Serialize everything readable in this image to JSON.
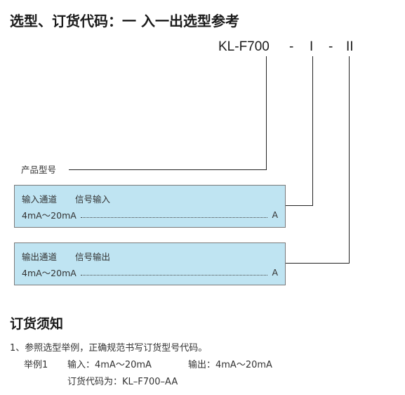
{
  "title": "选型、订货代码：一 入一出选型参考",
  "model_code": {
    "base": "KL-F700",
    "sep1": "-",
    "code1": "I",
    "sep2": "-",
    "code2": "II"
  },
  "product_model_label": "产品型号",
  "input_box": {
    "channel_label": "输入通道",
    "signal_label": "信号输入",
    "range": "4mA～20mA",
    "code": "A"
  },
  "output_box": {
    "channel_label": "输出通道",
    "signal_label": "信号输出",
    "range": "4mA～20mA",
    "code": "A"
  },
  "order_section": {
    "heading": "订货须知",
    "item1": "1、参照选型举例，正确规范书写订货型号代码。",
    "example_label": "举例1",
    "example_input": "输入：4mA～20mA",
    "example_output": "输出：4mA～20mA",
    "order_code_line": "订货代码为：KL–F700–AA"
  }
}
